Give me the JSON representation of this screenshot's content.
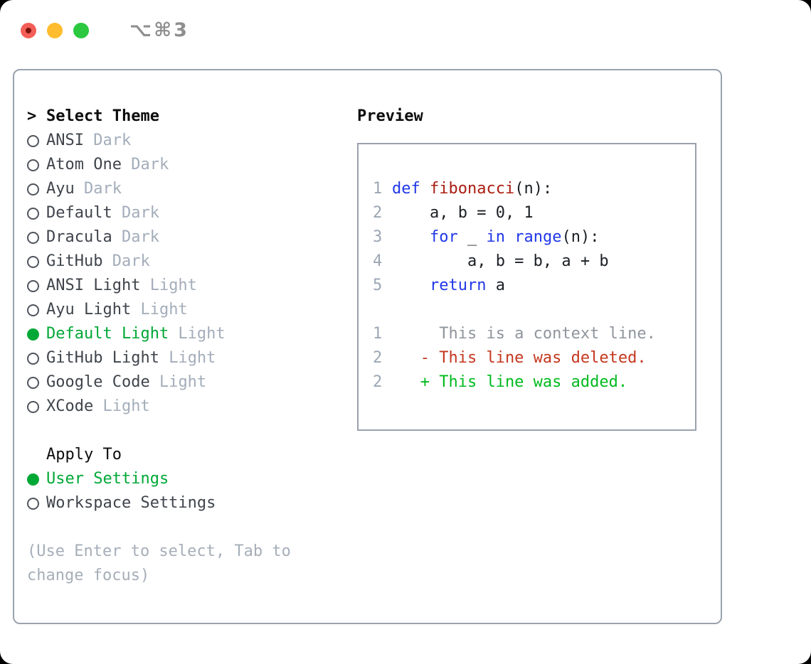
{
  "window": {
    "title_shortcut": "⌥⌘3",
    "traffic_lights": [
      "close",
      "minimize",
      "zoom"
    ]
  },
  "colors": {
    "accent-green": "#00a836",
    "kw": "#2037e8",
    "fn": "#aa1d12",
    "del": "#c4371e",
    "add": "#00ba1e",
    "context": "#8f959d",
    "ln": "#9ca6b4",
    "tag": "#a3adba",
    "hint": "#a6aeb8",
    "text": "#3f444c",
    "border": "#99a3ae",
    "tl-red": "#f35f57",
    "tl-yellow": "#febc2e",
    "tl-green": "#2bc840"
  },
  "theme_selector": {
    "prompt": ">",
    "title": "Select Theme",
    "items": [
      {
        "name": "ANSI",
        "variant": "Dark",
        "selected": false
      },
      {
        "name": "Atom One",
        "variant": "Dark",
        "selected": false
      },
      {
        "name": "Ayu",
        "variant": "Dark",
        "selected": false
      },
      {
        "name": "Default",
        "variant": "Dark",
        "selected": false
      },
      {
        "name": "Dracula",
        "variant": "Dark",
        "selected": false
      },
      {
        "name": "GitHub",
        "variant": "Dark",
        "selected": false
      },
      {
        "name": "ANSI Light",
        "variant": "Light",
        "selected": false
      },
      {
        "name": "Ayu Light",
        "variant": "Light",
        "selected": false
      },
      {
        "name": "Default Light",
        "variant": "Light",
        "selected": true
      },
      {
        "name": "GitHub Light",
        "variant": "Light",
        "selected": false
      },
      {
        "name": "Google Code",
        "variant": "Light",
        "selected": false
      },
      {
        "name": "XCode",
        "variant": "Light",
        "selected": false
      }
    ]
  },
  "apply_to": {
    "title": "Apply To",
    "options": [
      {
        "label": "User Settings",
        "selected": true
      },
      {
        "label": "Workspace Settings",
        "selected": false
      }
    ]
  },
  "hint": "(Use Enter to select, Tab to change focus)",
  "preview": {
    "title": "Preview",
    "lines": [
      {
        "kind": "code",
        "num": "1",
        "segments": [
          {
            "text": "def ",
            "style": "kw"
          },
          {
            "text": "fibonacci",
            "style": "fn"
          },
          {
            "text": "(n):",
            "style": "plain"
          }
        ]
      },
      {
        "kind": "code",
        "num": "2",
        "segments": [
          {
            "text": "    a, b = 0, 1",
            "style": "plain"
          }
        ]
      },
      {
        "kind": "code",
        "num": "3",
        "segments": [
          {
            "text": "    ",
            "style": "plain"
          },
          {
            "text": "for",
            "style": "kw"
          },
          {
            "text": " _ ",
            "style": "plain"
          },
          {
            "text": "in",
            "style": "kw"
          },
          {
            "text": " ",
            "style": "plain"
          },
          {
            "text": "range",
            "style": "kw"
          },
          {
            "text": "(n):",
            "style": "plain"
          }
        ]
      },
      {
        "kind": "code",
        "num": "4",
        "segments": [
          {
            "text": "        a, b = b, a + b",
            "style": "plain"
          }
        ]
      },
      {
        "kind": "code",
        "num": "5",
        "segments": [
          {
            "text": "    ",
            "style": "plain"
          },
          {
            "text": "return",
            "style": "kw"
          },
          {
            "text": " a",
            "style": "plain"
          }
        ]
      },
      {
        "kind": "blank",
        "num": "",
        "segments": []
      },
      {
        "kind": "diff-context",
        "num": "1",
        "segments": [
          {
            "text": "     This is a context line.",
            "style": "context"
          }
        ]
      },
      {
        "kind": "diff-deleted",
        "num": "2",
        "segments": [
          {
            "text": "   - This line was deleted.",
            "style": "deleted"
          }
        ]
      },
      {
        "kind": "diff-added",
        "num": "2",
        "segments": [
          {
            "text": "   + This line was added.",
            "style": "added"
          }
        ]
      }
    ]
  }
}
